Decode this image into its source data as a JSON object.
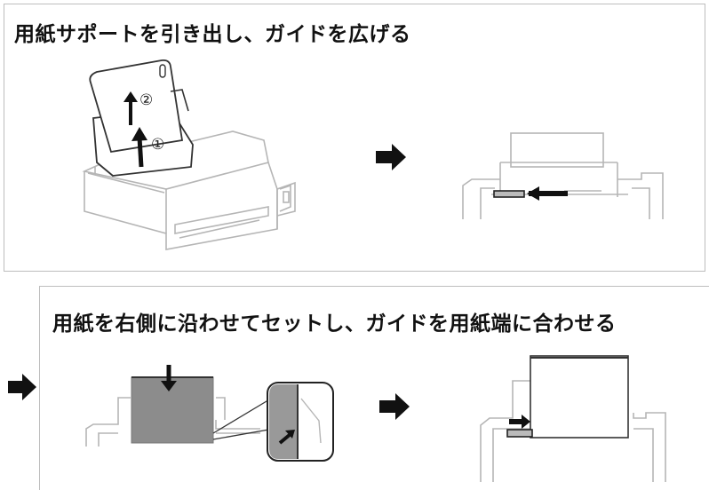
{
  "step1": {
    "heading": "用紙サポートを引き出し、ガイドを広げる",
    "marker_1": "①",
    "marker_2": "②",
    "icons": [
      "printer-illustration",
      "arrow-right-icon",
      "paper-guide-closeup"
    ]
  },
  "step2": {
    "heading": "用紙を右側に沿わせてセットし、ガイドを用紙端に合わせる",
    "icons": [
      "arrow-right-icon",
      "paper-loading-illustration",
      "magnifier-inset",
      "arrow-right-icon",
      "guide-aligned-illustration"
    ]
  },
  "colors": {
    "line": "#b5b5b5",
    "arrow": "#111111",
    "paper": "#8c8c8c",
    "border": "#bdbdbd"
  }
}
